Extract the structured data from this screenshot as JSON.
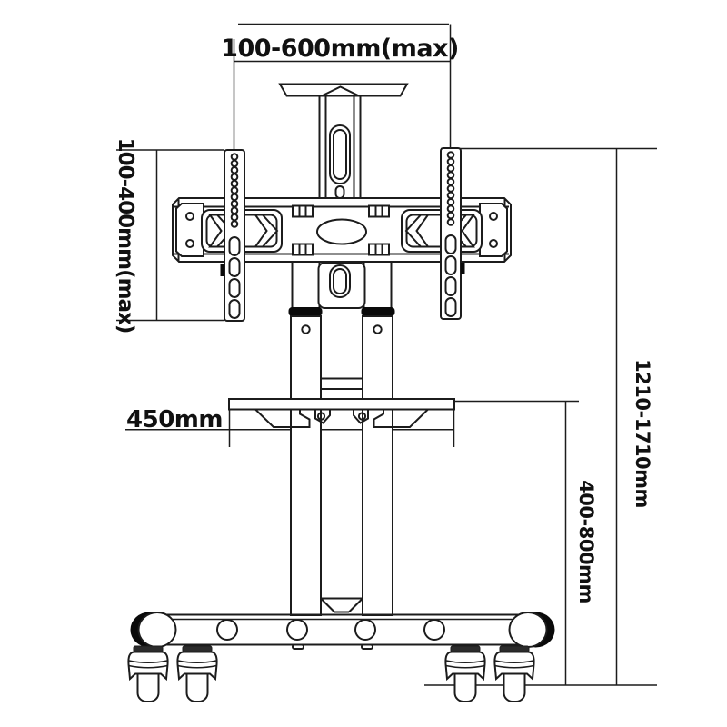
{
  "diagram": {
    "labels": {
      "top_width": "100-600mm(max)",
      "bracket_height": "100-400mm(max)",
      "shelf_width": "450mm",
      "overall_height": "1210-1710mm",
      "shelf_height": "400-800mm"
    },
    "colors": {
      "line": "#1c1c1c",
      "text": "#111111",
      "background": "#ffffff",
      "black_fill": "#0a0a0a"
    }
  }
}
